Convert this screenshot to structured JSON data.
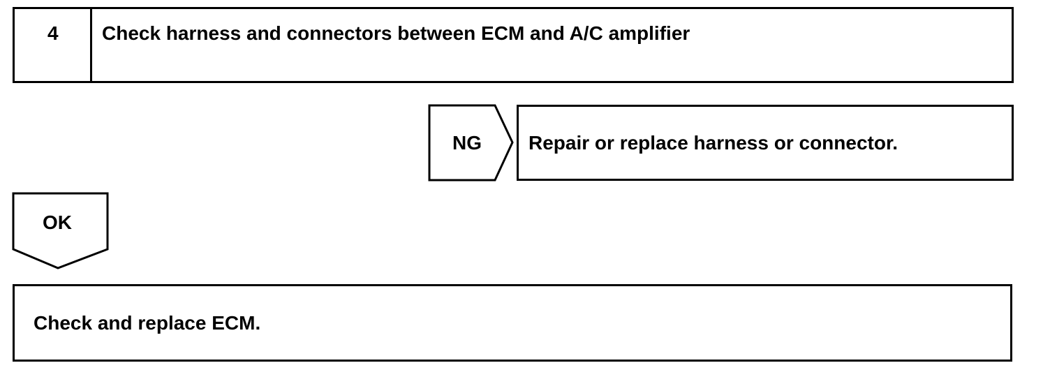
{
  "step": {
    "number": "4",
    "title": "Check harness and connectors between ECM and A/C amplifier"
  },
  "ng_branch": {
    "label": "NG",
    "result": "Repair or replace harness or connector."
  },
  "ok_branch": {
    "label": "OK",
    "result": "Check and replace ECM."
  }
}
